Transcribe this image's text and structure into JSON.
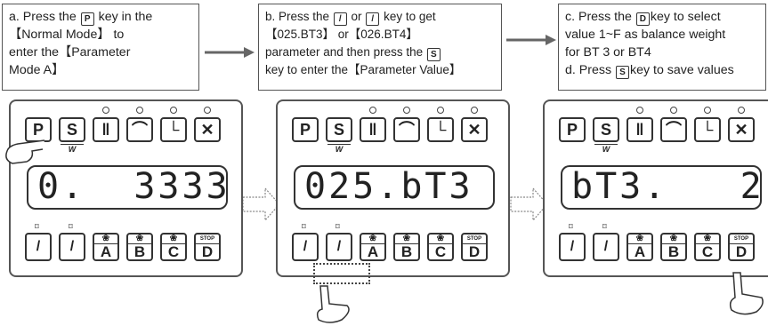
{
  "steps": {
    "a": {
      "l1": "a. Press the ",
      "key": "P",
      "l1b": " key in the",
      "l2": "【Normal Mode】 to",
      "l3": "enter the【Parameter",
      "l4": "Mode A】"
    },
    "b": {
      "l1": "b. Press the ",
      "or": " or ",
      "l1b": " key to get",
      "l2": "【025.BT3】 or【026.BT4】",
      "l3": "parameter and  then press the ",
      "key": "S",
      "l4": "key to enter the【Parameter Value】"
    },
    "c": {
      "l1": "c. Press the ",
      "key": "D",
      "l1b": "key to select",
      "l2": "value 1~F as balance weight",
      "l3": "for BT 3 or BT4",
      "l4": "d. Press ",
      "key2": "S",
      "l4b": "key to save values"
    }
  },
  "panels": [
    {
      "display": "0.  3333",
      "top_keys": [
        "P",
        "S",
        "",
        "",
        "",
        ""
      ],
      "bottom_keys": [
        "",
        "",
        "A",
        "B",
        "C",
        "D"
      ]
    },
    {
      "display": "025.bT3",
      "top_keys": [
        "P",
        "S",
        "",
        "",
        "",
        ""
      ],
      "bottom_keys": [
        "",
        "",
        "A",
        "B",
        "C",
        "D"
      ]
    },
    {
      "display": "bT3.   2",
      "top_keys": [
        "P",
        "S",
        "",
        "",
        "",
        ""
      ],
      "bottom_keys": [
        "",
        "",
        "A",
        "B",
        "C",
        "D"
      ]
    }
  ],
  "small": {
    "w": "W",
    "stop": "STOP"
  }
}
